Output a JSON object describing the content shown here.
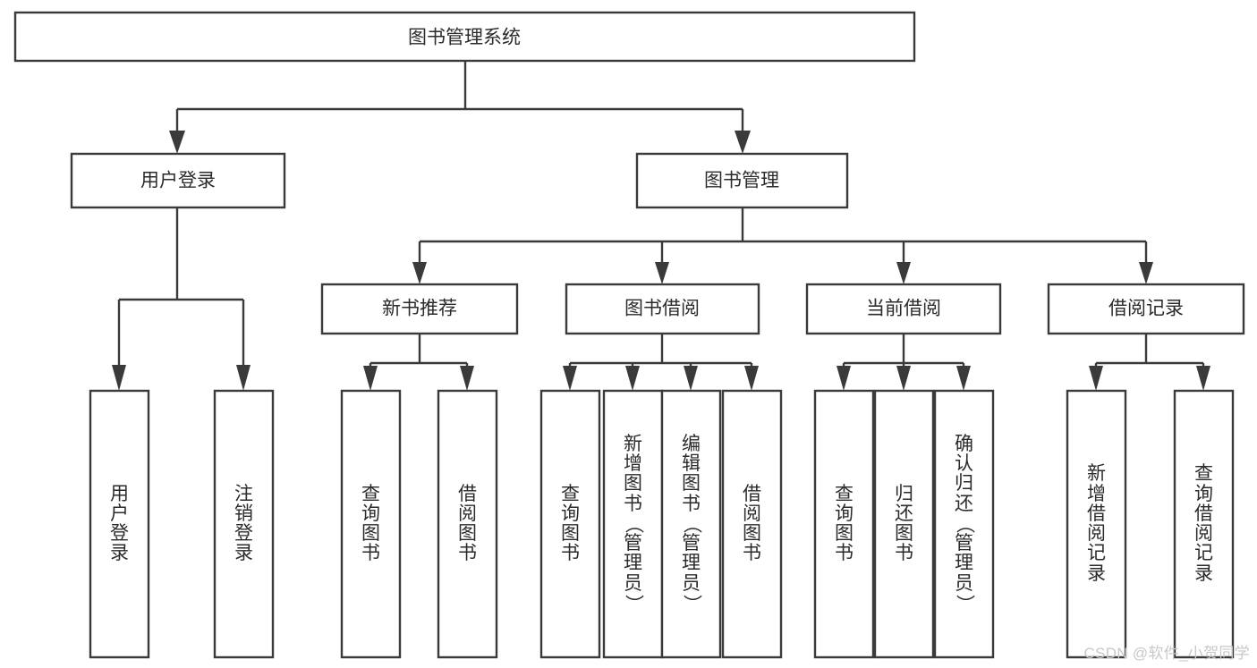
{
  "diagram": {
    "title": "图书管理系统",
    "root": {
      "label": "图书管理系统"
    },
    "level2": [
      {
        "label": "用户登录"
      },
      {
        "label": "图书管理"
      }
    ],
    "level3": [
      {
        "label": "新书推荐"
      },
      {
        "label": "图书借阅"
      },
      {
        "label": "当前借阅"
      },
      {
        "label": "借阅记录"
      }
    ],
    "leaves": {
      "user_login": [
        {
          "label": "用户登录"
        },
        {
          "label": "注销登录"
        }
      ],
      "new_book_recommend": [
        {
          "label": "查询图书"
        },
        {
          "label": "借阅图书"
        }
      ],
      "book_borrow": [
        {
          "label": "查询图书"
        },
        {
          "label": "新增图书（管理员）"
        },
        {
          "label": "编辑图书（管理员）"
        },
        {
          "label": "借阅图书"
        }
      ],
      "current_borrow": [
        {
          "label": "查询图书"
        },
        {
          "label": "归还图书"
        },
        {
          "label": "确认归还（管理员）"
        }
      ],
      "borrow_record": [
        {
          "label": "新增借阅记录"
        },
        {
          "label": "查询借阅记录"
        }
      ]
    }
  },
  "watermark": {
    "text": "CSDN @软件_小贺同学"
  },
  "colors": {
    "stroke": "#3a3a3a",
    "text": "#2b2b2b",
    "background": "#ffffff",
    "watermark": "#c8c8c8"
  }
}
